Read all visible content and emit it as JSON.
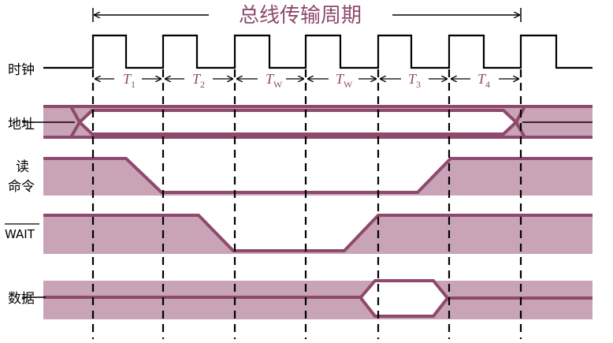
{
  "title": "总线传输周期",
  "signals": {
    "clock": "时钟",
    "address": "地址",
    "read_line1": "读",
    "read_line2": "命令",
    "wait": "WAIT",
    "data": "数据"
  },
  "periods": [
    {
      "main": "T",
      "sub": "1"
    },
    {
      "main": "T",
      "sub": "2"
    },
    {
      "main": "T",
      "sub": "W"
    },
    {
      "main": "T",
      "sub": "W"
    },
    {
      "main": "T",
      "sub": "3"
    },
    {
      "main": "T",
      "sub": "4"
    }
  ],
  "colors": {
    "band_fill": "#c9a3b6",
    "band_line": "#8e4a6c",
    "title": "#8e4a6c"
  }
}
